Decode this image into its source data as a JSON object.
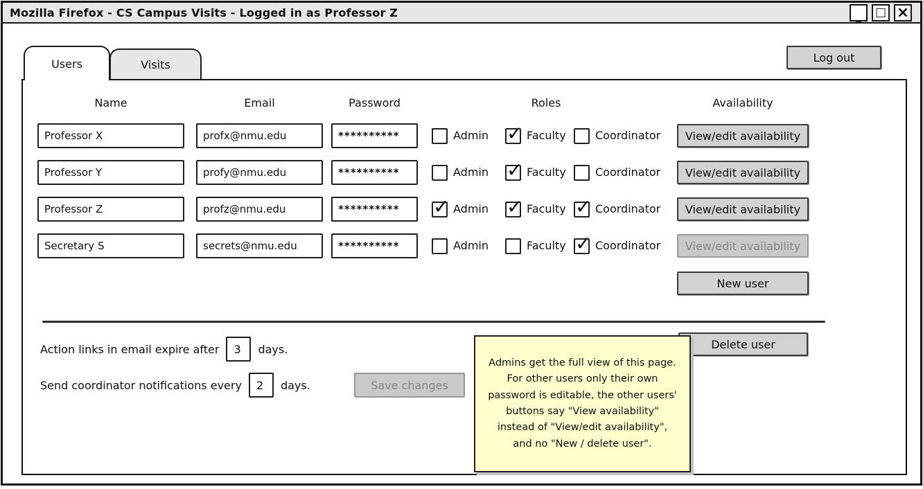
{
  "window": {
    "title": "Mozilla Firefox - CS Campus Visits - Logged in as Professor Z",
    "controls": {
      "minimize": "_",
      "maximize": "□",
      "close": "×"
    }
  },
  "tabs": [
    {
      "label": "Users",
      "active": true
    },
    {
      "label": "Visits",
      "active": false
    }
  ],
  "buttons": {
    "log_out": "Log out",
    "new_user": "New user",
    "delete_user": "Delete user",
    "save_changes": "Save changes",
    "save_changes_enabled": false
  },
  "table": {
    "headers": [
      "Name",
      "Email",
      "Password",
      "Roles",
      "Availability"
    ],
    "role_labels": [
      "Admin",
      "Faculty",
      "Coordinator"
    ],
    "rows": [
      {
        "name": "Professor X",
        "email": "profx@nmu.edu",
        "password": "**********",
        "roles": {
          "admin": false,
          "faculty": true,
          "coordinator": false
        },
        "availability_label": "View/edit availability",
        "availability_enabled": true
      },
      {
        "name": "Professor Y",
        "email": "profy@nmu.edu",
        "password": "**********",
        "roles": {
          "admin": false,
          "faculty": true,
          "coordinator": false
        },
        "availability_label": "View/edit availability",
        "availability_enabled": true
      },
      {
        "name": "Professor Z",
        "email": "profz@nmu.edu",
        "password": "**********",
        "roles": {
          "admin": true,
          "faculty": true,
          "coordinator": true
        },
        "availability_label": "View/edit availability",
        "availability_enabled": true
      },
      {
        "name": "Secretary S",
        "email": "secrets@nmu.edu",
        "password": "**********",
        "roles": {
          "admin": false,
          "faculty": false,
          "coordinator": true
        },
        "availability_label": "View/edit availability",
        "availability_enabled": false
      }
    ]
  },
  "settings": [
    {
      "prefix": "Action links in email expire after",
      "value": "3",
      "suffix": "days."
    },
    {
      "prefix": "Send coordinator notifications every",
      "value": "2",
      "suffix": "days."
    }
  ],
  "note": {
    "text": "Admins get the full view of this page. For other users only their own password is editable, the other users' buttons say \"View availability\" instead of \"View/edit availability\", and no \"New / delete user\".",
    "bg_color": "#ffffcd"
  },
  "colors": {
    "titlebar_bg": "#e7e7e7",
    "button_bg": "#d2d2d2",
    "disabled_text": "#878787",
    "border": "#141414",
    "note_bg": "#ffffcd"
  }
}
